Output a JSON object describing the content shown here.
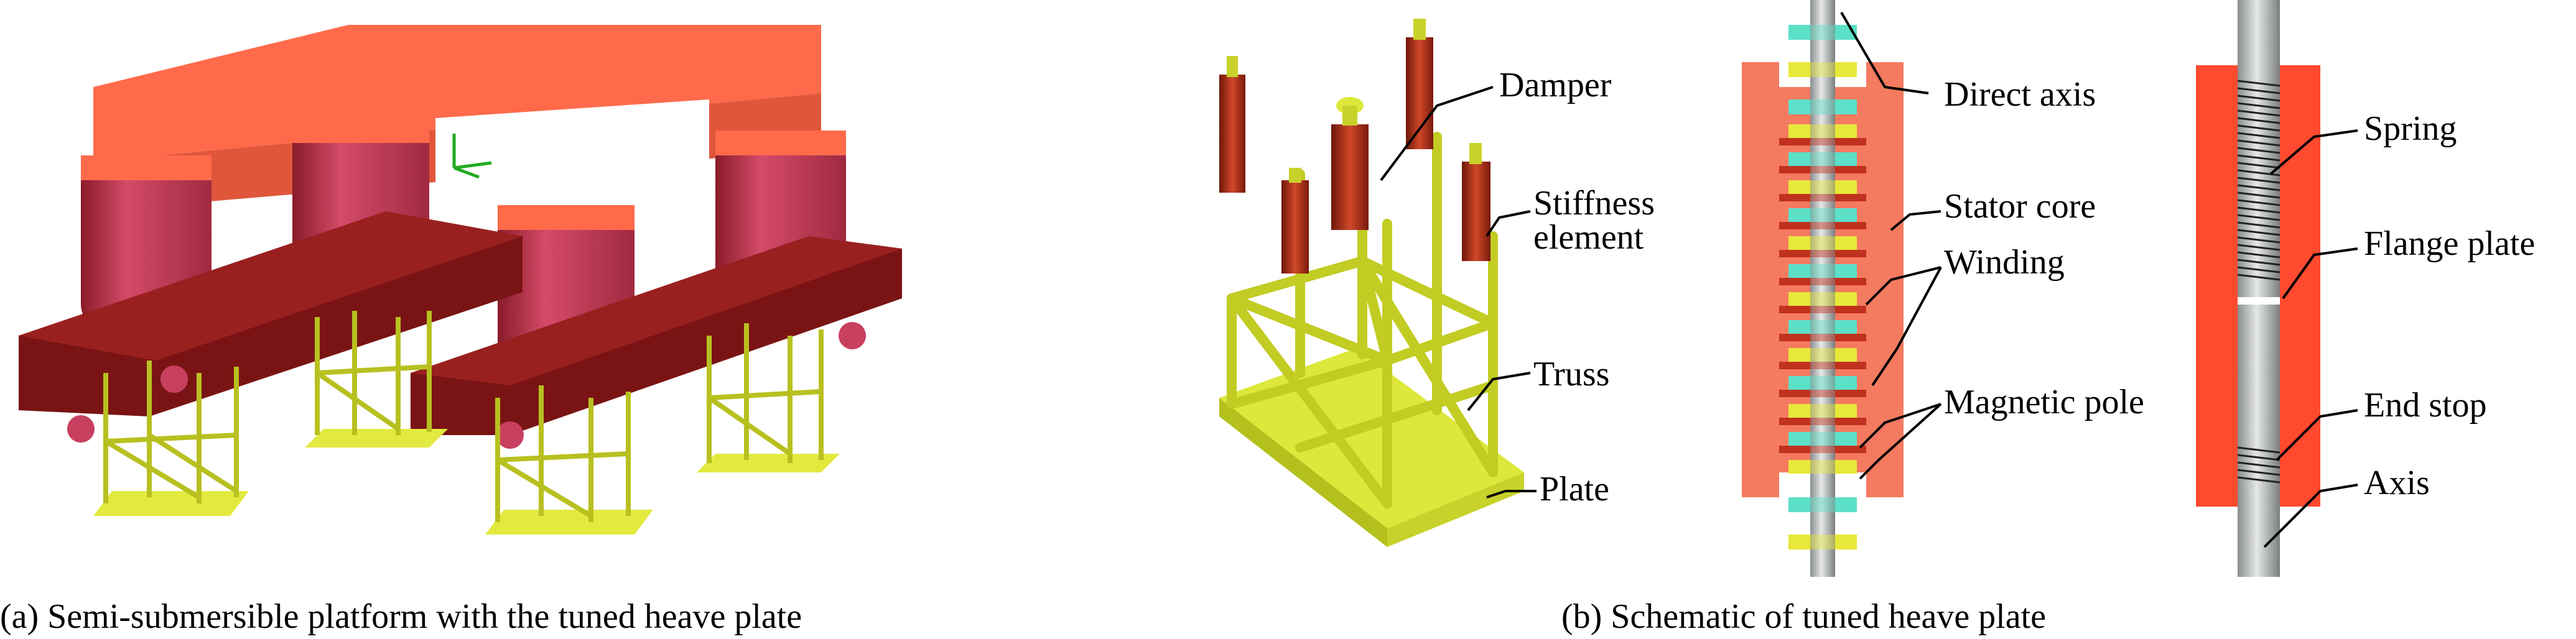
{
  "captions": {
    "a": "(a) Semi-submersible platform with the tuned heave plate",
    "b": "(b) Schematic of tuned heave plate"
  },
  "labels": {
    "damper": "Damper",
    "stiffness_1": "Stiffness",
    "stiffness_2": "element",
    "truss": "Truss",
    "plate": "Plate",
    "direct_axis": "Direct axis",
    "stator_core": "Stator core",
    "winding": "Winding",
    "magnetic_pole": "Magnetic pole",
    "spring": "Spring",
    "flange_plate": "Flange plate",
    "end_stop": "End stop",
    "axis": "Axis"
  },
  "colors": {
    "hull_top": "#ff6a4a",
    "hull_side": "#e0563b",
    "column": "#c83a55",
    "pontoon": "#7a1414",
    "truss": "#d8e83a",
    "damper": "#b02a14",
    "stator": "#f47a60",
    "winding": "#c0321e",
    "pole": "#5ce0c8",
    "yellow_pole": "#e8e83a",
    "shaft": "#b8bcbc",
    "spring_housing": "#ff4a30"
  }
}
